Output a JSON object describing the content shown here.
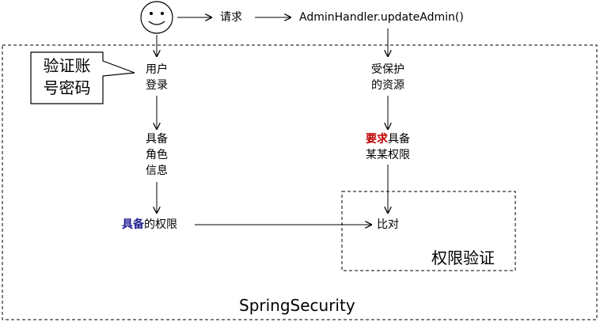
{
  "request_label": "请求",
  "handler_label": "AdminHandler.updateAdmin()",
  "user_login": [
    "用户",
    "登录"
  ],
  "callout": [
    "验证账",
    "号密码"
  ],
  "protected_resource": [
    "受保护",
    "的资源"
  ],
  "role_info": [
    "具备",
    "角色",
    "信息"
  ],
  "require_perm": {
    "emph": "要求",
    "rest_line1": "具备",
    "line2": "某某权限"
  },
  "has_perm": {
    "emph": "具备",
    "rest": "的权限"
  },
  "compare_label": "比对",
  "perm_verify_label": "权限验证",
  "container_label": "SpringSecurity",
  "colors": {
    "blue_emph": "#1f1f8f",
    "red_emph": "#c00000",
    "line": "#000000"
  },
  "icons": {
    "user": "smiley-face-icon"
  }
}
